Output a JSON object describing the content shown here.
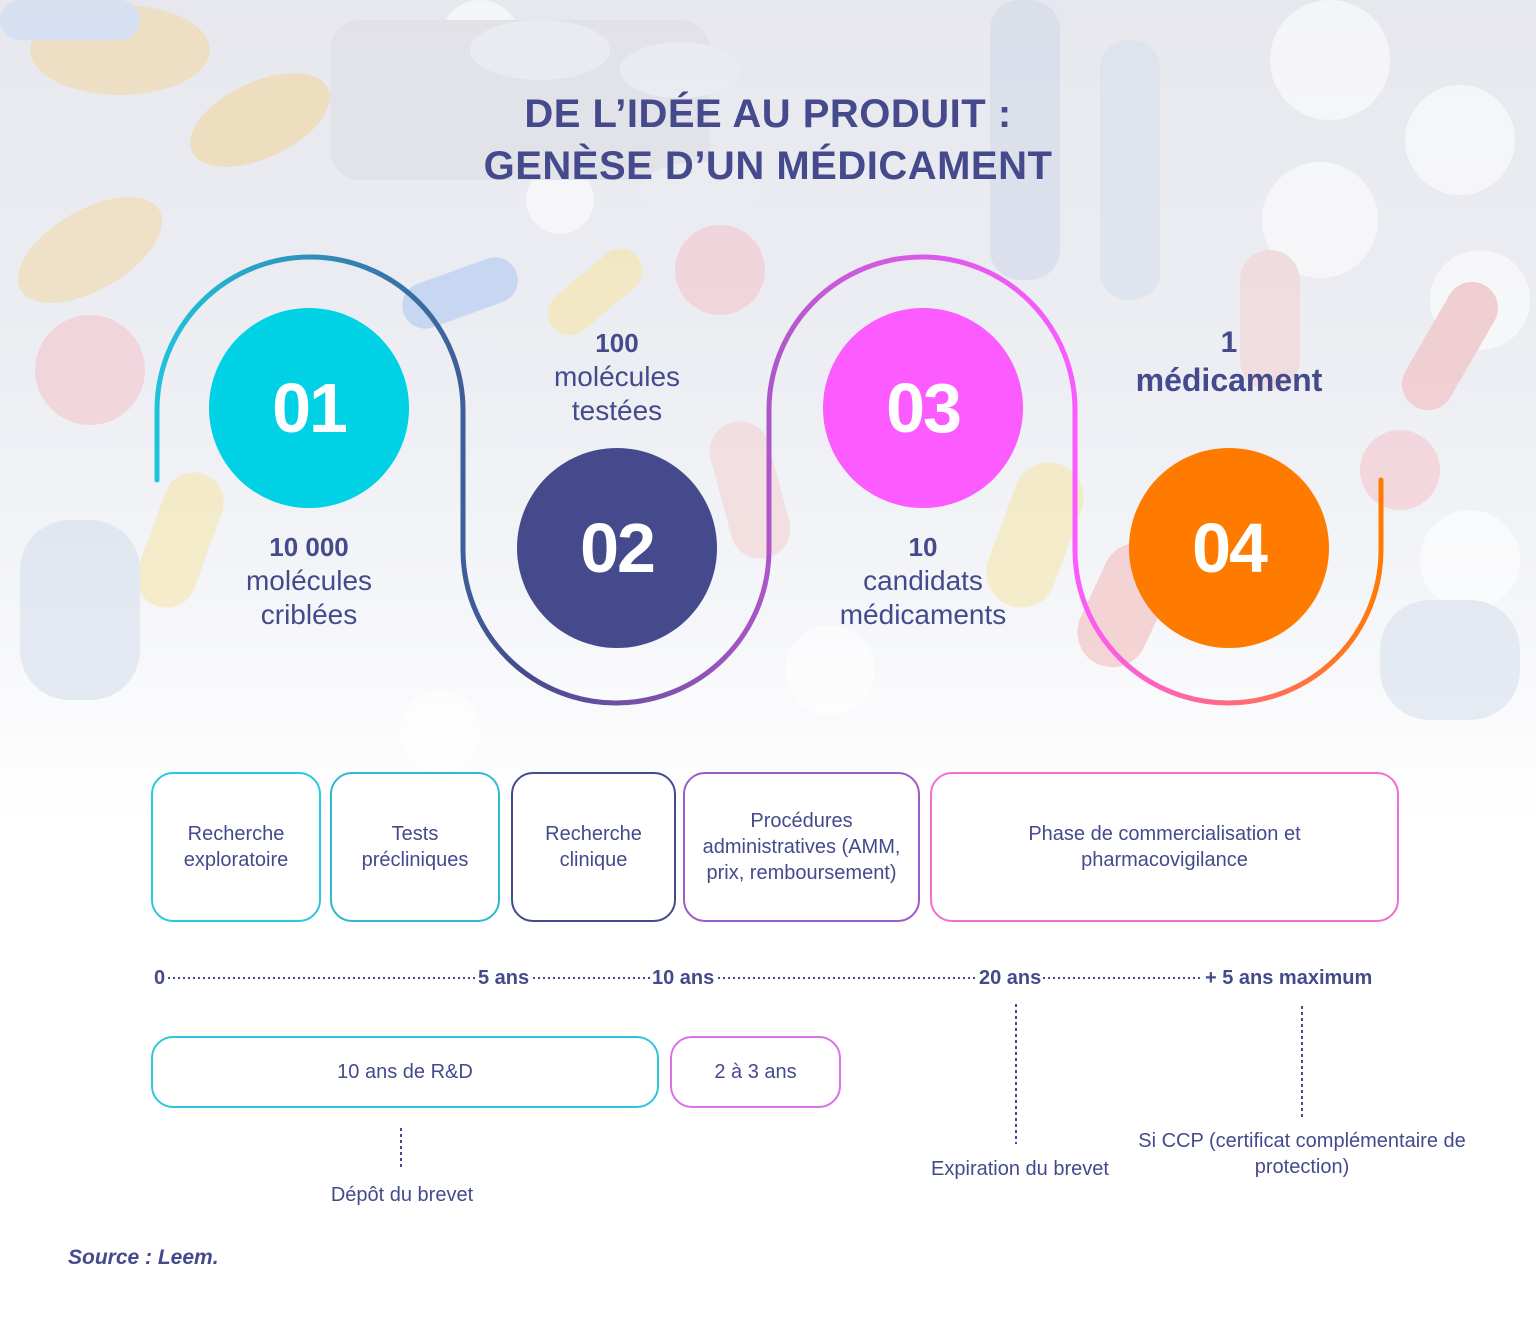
{
  "title": {
    "line1": "DE L’IDÉE AU PRODUIT :",
    "line2": "GENÈSE D’UN MÉDICAMENT"
  },
  "colors": {
    "cyan": "#00d1e4",
    "navy": "#444a8c",
    "magenta": "#fb5bff",
    "orange": "#ff7b00"
  },
  "steps": [
    {
      "number": "01",
      "count": "10 000",
      "label": "molécules criblées"
    },
    {
      "number": "02",
      "count": "100",
      "label": "molécules testées"
    },
    {
      "number": "03",
      "count": "10",
      "label": "candidats médicaments"
    },
    {
      "number": "04",
      "count": "1",
      "label": "médicament"
    }
  ],
  "phases": [
    "Recherche exploratoire",
    "Tests précliniques",
    "Recherche clinique",
    "Procédures administratives (AMM, prix, remboursement)",
    "Phase de commercialisation et pharmacovigilance"
  ],
  "timeline": {
    "ticks": [
      "0",
      "5 ans",
      "10 ans",
      "20 ans",
      "+ 5 ans maximum"
    ]
  },
  "durations": [
    "10 ans de R&D",
    "2 à 3 ans"
  ],
  "notes": {
    "patent_filing": "Dépôt du brevet",
    "patent_expiry": "Expiration du brevet",
    "ccp": "Si CCP (certificat complémentaire de protection)"
  },
  "source": "Source : Leem."
}
